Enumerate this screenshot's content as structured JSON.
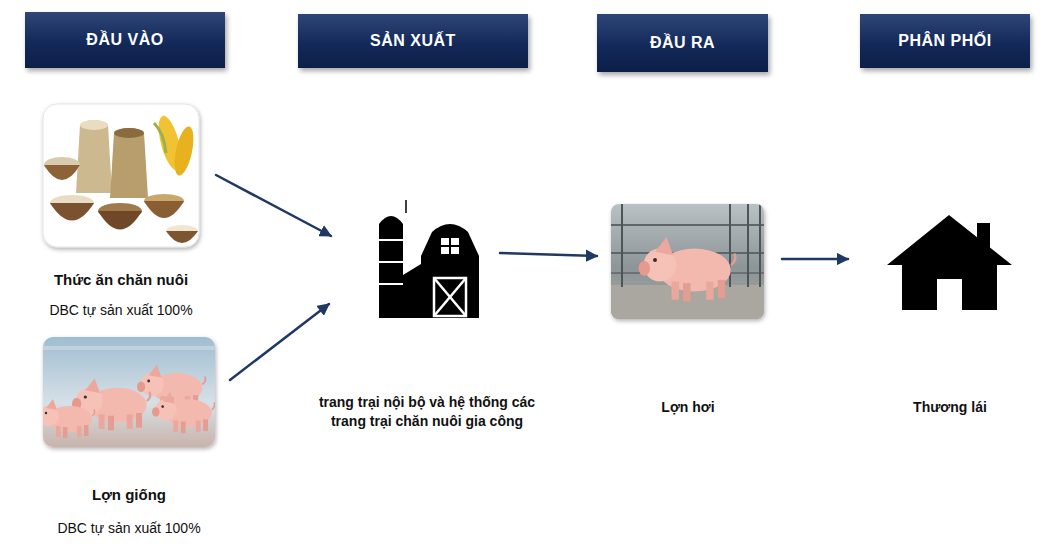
{
  "diagram": {
    "nodes": [
      {
        "text": [
          "ĐẦU VÀO"
        ]
      },
      {
        "text": [
          "SẢN XUẤT"
        ]
      },
      {
        "text": [
          "ĐẦU RA"
        ]
      },
      {
        "text": [
          "PHÂN PHỐI"
        ]
      },
      {
        "text": [
          "Thức ăn chăn nuôi",
          "DBC tự sản xuất 100%"
        ]
      },
      {
        "text": [
          "Lợn giống",
          "DBC tự sản xuất 100%"
        ]
      },
      {
        "text": [
          "trang trại nội bộ và hệ thống các trang trại chăn nuôi gia công"
        ]
      },
      {
        "text": [
          "Lợn hơi"
        ]
      },
      {
        "text": [
          "Thương lái"
        ]
      }
    ],
    "edges": [
      {
        "from": 4,
        "to": 6,
        "arrow": "to"
      },
      {
        "from": 5,
        "to": 6,
        "arrow": "to"
      },
      {
        "from": 6,
        "to": 7,
        "arrow": "to"
      },
      {
        "from": 7,
        "to": 8,
        "arrow": "to"
      }
    ]
  }
}
